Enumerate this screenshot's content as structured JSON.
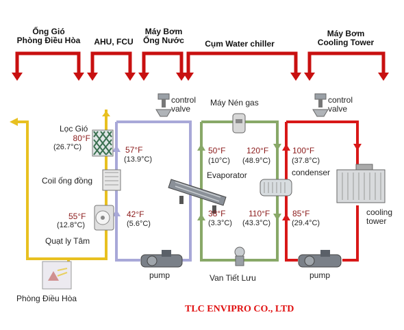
{
  "headers": {
    "ong_gio": [
      "Ống Gió",
      "Phòng Điều Hòa"
    ],
    "ahu": "AHU, FCU",
    "may_bom_nuoc": [
      "Máy Bơm",
      "Ống Nước"
    ],
    "chiller": "Cụm Water chiller",
    "may_bom_tower": [
      "Máy Bơm",
      "Cooling Tower"
    ]
  },
  "components": {
    "loc_gio": "Lọc Gió",
    "coil": "Coil ống đồng",
    "quat": "Quạt ly Tâm",
    "phong": "Phòng Điều Hòa",
    "control_valve_1": [
      "control",
      "valve"
    ],
    "control_valve_2": [
      "control",
      "valve"
    ],
    "may_nen": "Máy Nén gas",
    "evaporator": "Evaporator",
    "condenser": "condenser",
    "pump_1": "pump",
    "pump_2": "pump",
    "van": "Van Tiết Lưu",
    "tower": [
      "cooling",
      "tower"
    ]
  },
  "temperatures": {
    "t1_f": "80°F",
    "t1_c": "(26.7°C)",
    "t2_f": "55°F",
    "t2_c": "(12.8°C)",
    "t3_f": "57°F",
    "t3_c": "(13.9°C)",
    "t4_f": "42°F",
    "t4_c": "(5.6°C)",
    "t5_f": "50°F",
    "t5_c": "(10°C)",
    "t6_f": "120°F",
    "t6_c": "(48.9°C)",
    "t7_f": "38°F",
    "t7_c": "(3.3°C)",
    "t8_f": "110°F",
    "t8_c": "(43.3°C)",
    "t9_f": "100°F",
    "t9_c": "(37.8°C)",
    "t10_f": "85°F",
    "t10_c": "(29.4°C)"
  },
  "brand": "TLC ENVIPRO CO., LTD",
  "colors": {
    "air_loop": "#e8c020",
    "chilled_loop": "#a8a8d8",
    "refrigerant_loop": "#88a868",
    "condenser_loop": "#d81818",
    "header_arrow": "#c81010"
  },
  "icons": [
    "air-filter-icon",
    "coil-icon",
    "fan-icon",
    "room-icon",
    "valve-icon",
    "compressor-icon",
    "evaporator-icon",
    "condenser-icon",
    "pump-icon",
    "expansion-valve-icon",
    "cooling-tower-icon"
  ]
}
